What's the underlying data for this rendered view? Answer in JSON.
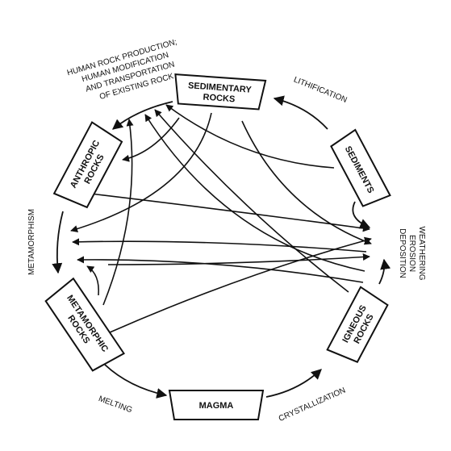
{
  "nodes": {
    "sedimentary": [
      "SEDIMENTARY",
      "ROCKS"
    ],
    "sediments": [
      "SEDIMENTS"
    ],
    "igneous": [
      "IGNEOUS",
      "ROCKS"
    ],
    "magma": [
      "MAGMA"
    ],
    "metamorphic": [
      "METAMORPHIC",
      "ROCKS"
    ],
    "anthropic": [
      "ANTHROPIC",
      "ROCKS"
    ]
  },
  "processes": {
    "lithification": [
      "LITHIFICATION"
    ],
    "weathering": [
      "WEATHERING",
      "EROSION",
      "DEPOSITION"
    ],
    "crystallization": [
      "CRYSTALLIZATION"
    ],
    "melting": [
      "MELTING"
    ],
    "metamorphism": [
      "METAMORPHISM"
    ],
    "human": [
      "HUMAN ROCK PRODUCTION;",
      "HUMAN MODIFICATION",
      "AND TRANSPORTATION",
      "OF EXISTING ROCK"
    ]
  },
  "colors": {
    "ink": "#111111",
    "background": "#ffffff"
  }
}
